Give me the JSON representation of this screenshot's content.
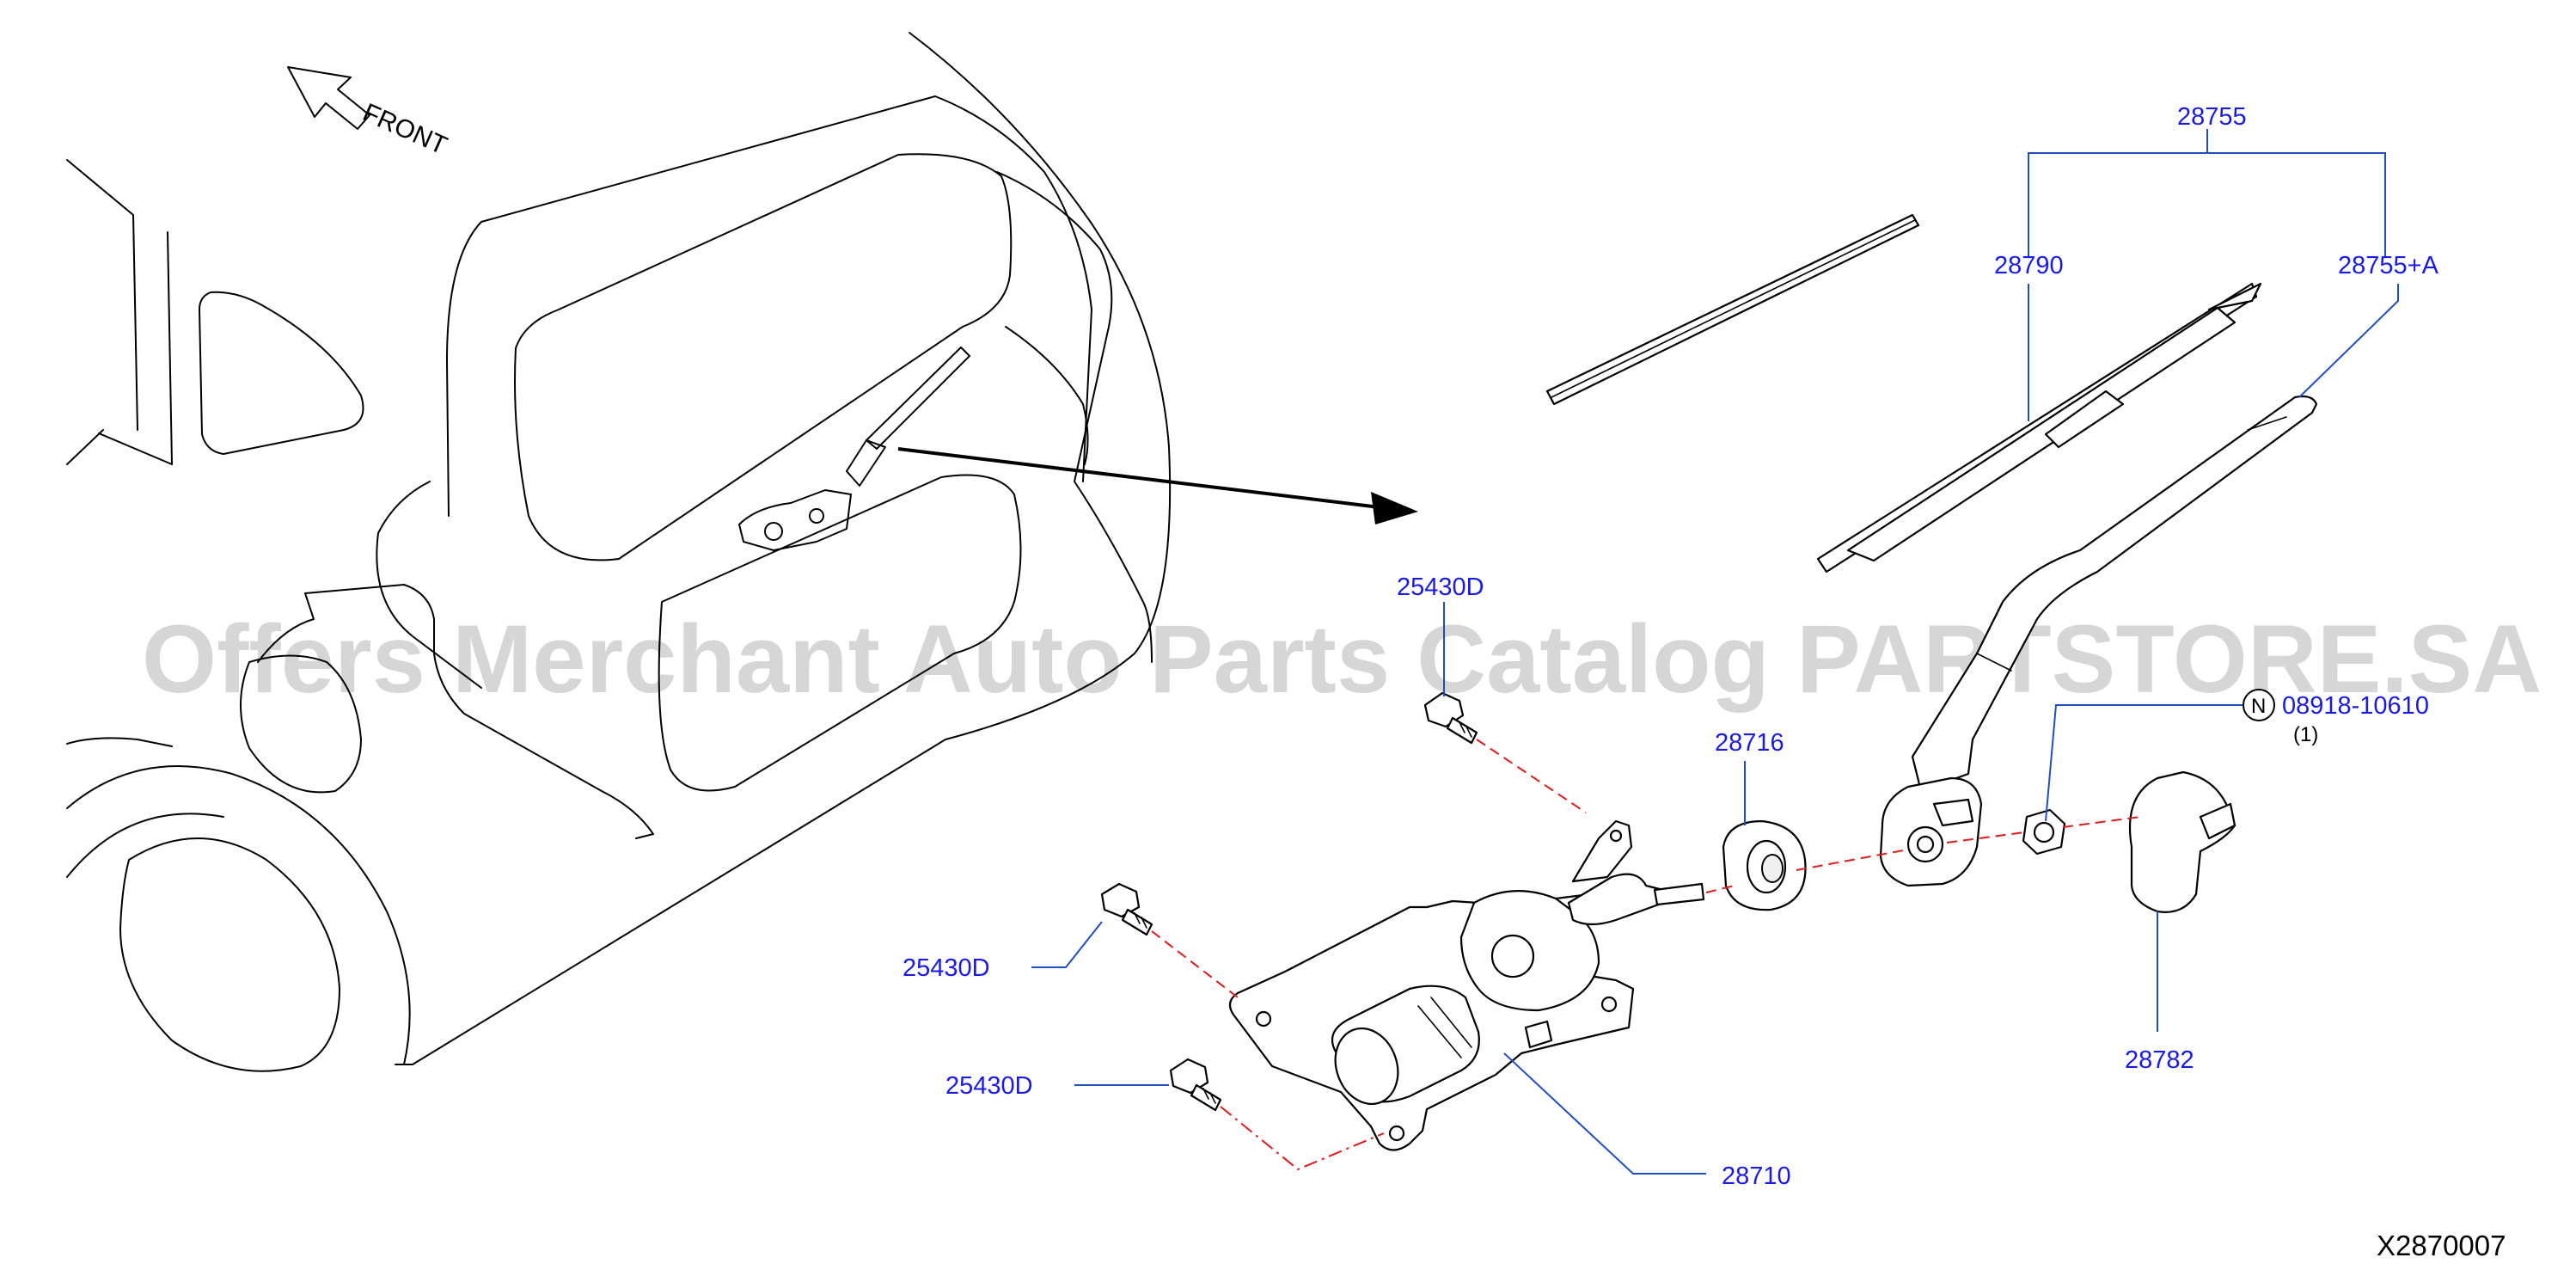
{
  "front_label": "FRONT",
  "watermark": "Offers Merchant Auto Parts Catalog PARTSTORE.SA",
  "diagram_code": "X2870007",
  "parts": {
    "p28755": "28755",
    "p28790": "28790",
    "p28755a": "28755+A",
    "p25430d_top": "25430D",
    "p28716": "28716",
    "p08918": "08918-10610",
    "p08918_qty": "(1)",
    "p08918_badge": "N",
    "p25430d_mid": "25430D",
    "p25430d_low": "25430D",
    "p28782": "28782",
    "p28710": "28710"
  },
  "colors": {
    "label": "#1a1ae6",
    "leader": "#1f4fbf",
    "dash": "#e01a1a"
  }
}
